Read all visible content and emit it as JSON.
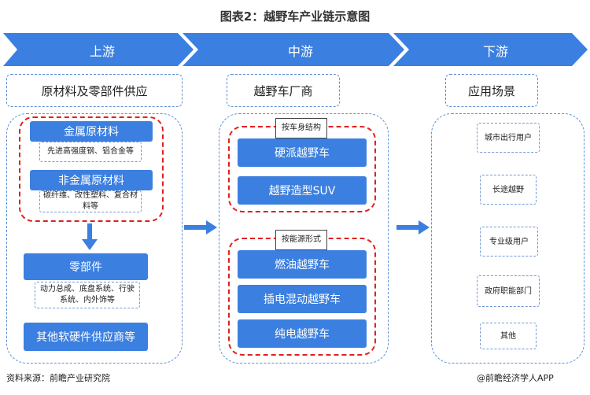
{
  "title": "图表2：越野车产业链示意图",
  "stages": [
    "上游",
    "中游",
    "下游"
  ],
  "upstream": {
    "header": "原材料及零部件供应",
    "metal_title": "金属原材料",
    "metal_desc": "先进高强度钢、铝合金等",
    "nonmetal_title": "非金属原材料",
    "nonmetal_desc": "碳纤维、改性塑料、复合材料等",
    "parts_title": "零部件",
    "parts_desc": "动力总成、底盘系统、行驶系统、内外饰等",
    "other": "其他软硬件供应商等"
  },
  "midstream": {
    "header": "越野车厂商",
    "by_structure_tag": "按车身结构",
    "structure_items": [
      "硬派越野车",
      "越野造型SUV"
    ],
    "by_energy_tag": "按能源形式",
    "energy_items": [
      "燃油越野车",
      "插电混动越野车",
      "纯电越野车"
    ]
  },
  "downstream": {
    "header": "应用场景",
    "scenes": [
      "城市出行用户",
      "长途越野",
      "专业级用户",
      "政府职能部门",
      "其他"
    ]
  },
  "footer": {
    "source": "资料来源：前瞻产业研究院",
    "brand": "@前瞻经济学人APP"
  },
  "colors": {
    "chevron": "#3b7fe0",
    "button": "#3b7fe0",
    "red_dash": "#e02020",
    "blue_dash": "#5b8fd6"
  }
}
